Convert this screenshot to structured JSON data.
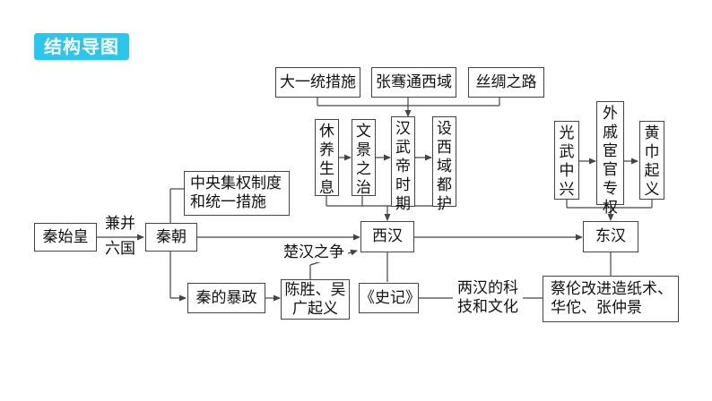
{
  "header": {
    "title": "结构导图"
  },
  "top_row": [
    "大一统措施",
    "张骞通西域",
    "丝绸之路"
  ],
  "western_han_items": [
    "休养生息",
    "文景之治",
    "汉武帝时期",
    "设西域都护"
  ],
  "eastern_han_items": [
    "光武中兴",
    "外戚宦官专权",
    "黄巾起义"
  ],
  "nodes": {
    "qin_shi_huang": "秦始皇",
    "unify_top": "兼并",
    "unify_bottom": "六国",
    "qin_dynasty": "秦朝",
    "central_line1": "中央集权制度",
    "central_line2": "和统一措施",
    "tyranny": "秦的暴政",
    "uprising_line1": "陈胜、吴",
    "uprising_line2": "广起义",
    "chu_han_war": "楚汉之争",
    "western_han": "西汉",
    "eastern_han": "东汉",
    "shiji": "《史记》",
    "culture_line1": "两汉的科",
    "culture_line2": "技和文化",
    "inventions_line1": "蔡伦改进造纸术、",
    "inventions_line2": "华佗、张仲景"
  }
}
